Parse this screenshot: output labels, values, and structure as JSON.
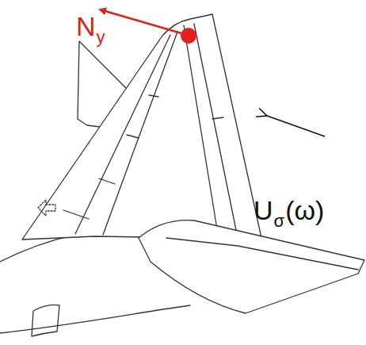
{
  "diagram": {
    "labels": [
      "N",
      "y",
      "U",
      "σ",
      "(ω)"
    ]
  }
}
